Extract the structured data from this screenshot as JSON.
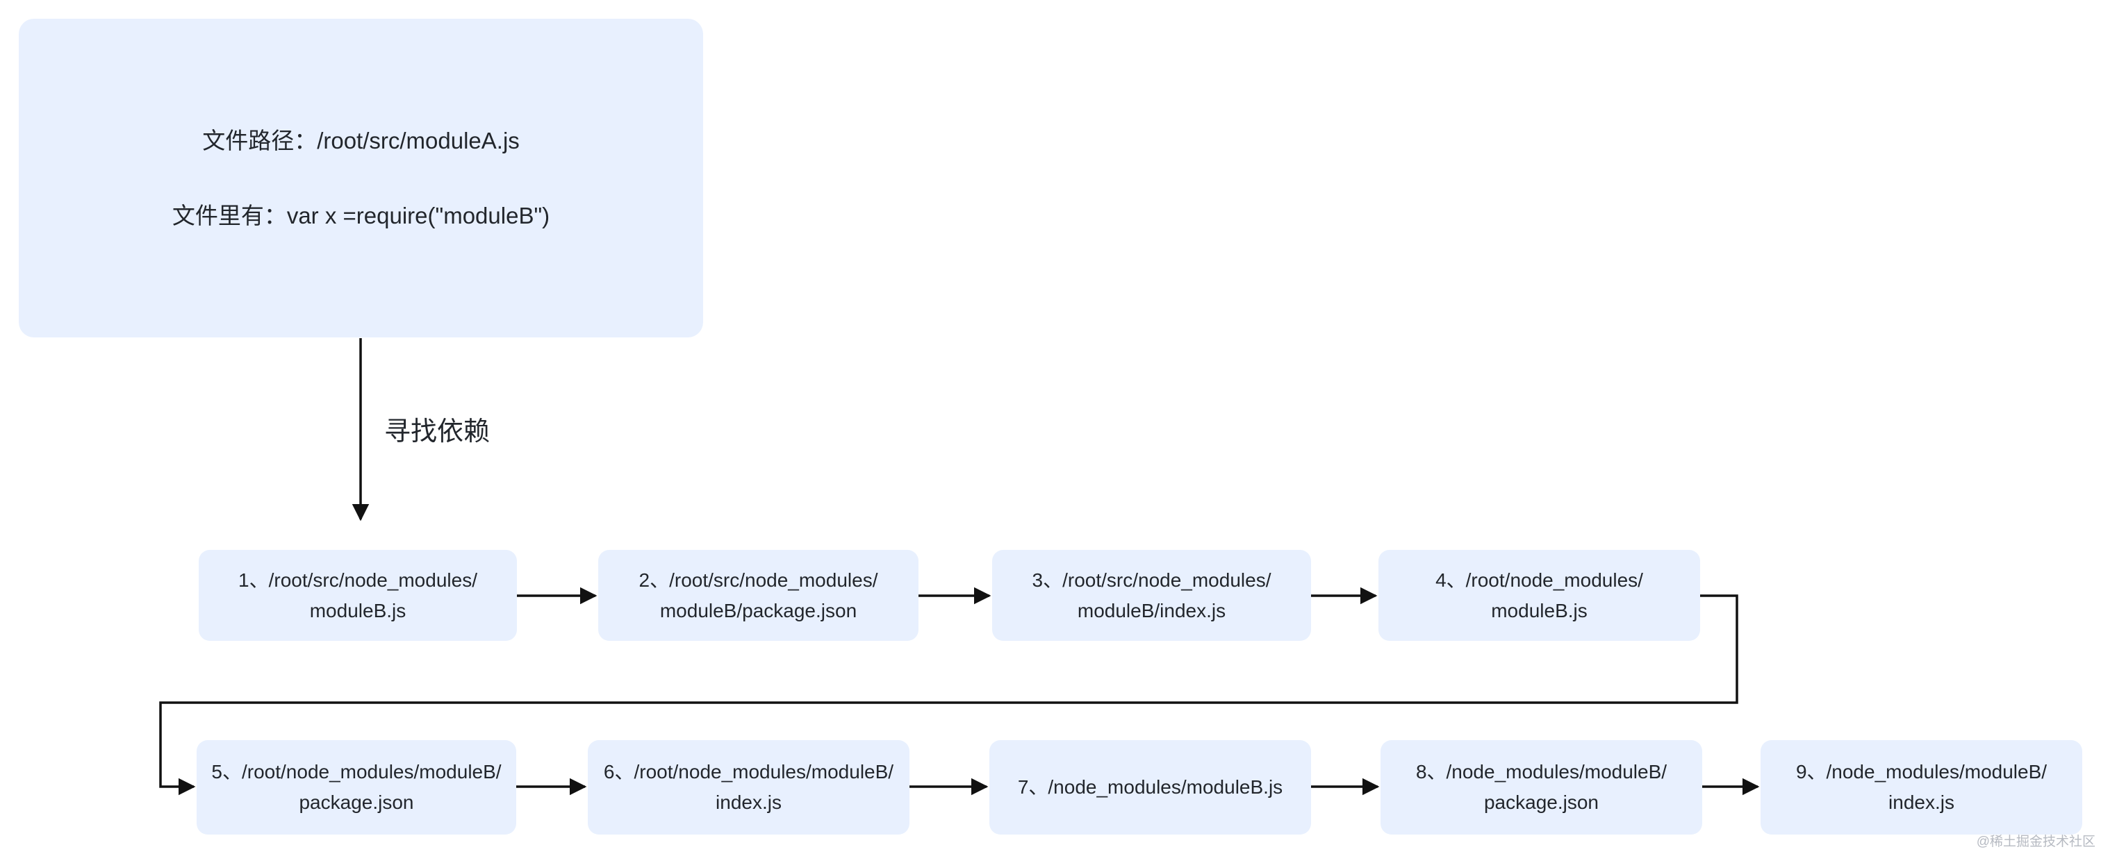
{
  "source_card": {
    "line1": "文件路径：/root/src/moduleA.js",
    "line2": "文件里有：var x =require(\"moduleB\")"
  },
  "dependency_arrow": {
    "label": "寻找依赖"
  },
  "steps": [
    {
      "line1": "1、/root/src/node_modules/",
      "line2": "moduleB.js"
    },
    {
      "line1": "2、/root/src/node_modules/",
      "line2": "moduleB/package.json"
    },
    {
      "line1": "3、/root/src/node_modules/",
      "line2": "moduleB/index.js"
    },
    {
      "line1": "4、/root/node_modules/",
      "line2": "moduleB.js"
    },
    {
      "line1": "5、/root/node_modules/moduleB/",
      "line2": "package.json"
    },
    {
      "line1": "6、/root/node_modules/moduleB/",
      "line2": "index.js"
    },
    {
      "line1": "7、/node_modules/moduleB.js",
      "line2": ""
    },
    {
      "line1": "8、/node_modules/moduleB/",
      "line2": "package.json"
    },
    {
      "line1": "9、/node_modules/moduleB/",
      "line2": "index.js"
    }
  ],
  "watermark": "@稀土掘金技术社区",
  "colors": {
    "box_fill": "#e8f0fe",
    "text": "#22262c",
    "arrow": "#111111",
    "watermark": "#b6bac2",
    "page_bg": "#ffffff"
  }
}
